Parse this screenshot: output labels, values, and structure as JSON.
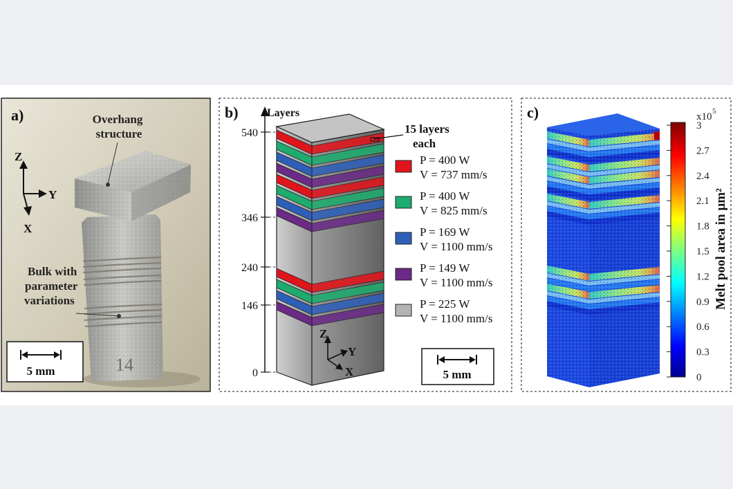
{
  "panel_a": {
    "label": "a)",
    "overhang_label_line1": "Overhang",
    "overhang_label_line2": "structure",
    "bulk_label_line1": "Bulk with",
    "bulk_label_line2": "parameter",
    "bulk_label_line3": "variations",
    "axis_z": "Z",
    "axis_y": "Y",
    "axis_x": "X",
    "scale_label": "5 mm",
    "engraved_number": "14"
  },
  "panel_b": {
    "label": "b)",
    "axis_title": "Layers",
    "ticks": [
      "540",
      "346",
      "240",
      "146",
      "0"
    ],
    "callout_line1": "15 layers",
    "callout_line2": "each",
    "legend": [
      {
        "color": "#e0141b",
        "line1": "P = 400 W",
        "line2": "V = 737 mm/s"
      },
      {
        "color": "#1dab6e",
        "line1": "P = 400 W",
        "line2": "V = 825 mm/s"
      },
      {
        "color": "#2e5fb8",
        "line1": "P = 169 W",
        "line2": "V = 1100 mm/s"
      },
      {
        "color": "#6a2a86",
        "line1": "P = 149 W",
        "line2": "V = 1100 mm/s"
      },
      {
        "color": "#b4b4b4",
        "line1": "P = 225 W",
        "line2": "V = 1100 mm/s"
      }
    ],
    "axis_z": "Z",
    "axis_y": "Y",
    "axis_x": "X",
    "scale_label": "5 mm"
  },
  "panel_c": {
    "label": "c)",
    "colorbar_title": "Melt pool area in µm²",
    "colorbar_multiplier_base": "x10",
    "colorbar_multiplier_exp": "5",
    "colorbar_ticks": [
      "3",
      "2.7",
      "2.4",
      "2.1",
      "1.8",
      "1.5",
      "1.2",
      "0.9",
      "0.6",
      "0.3",
      "0"
    ]
  }
}
